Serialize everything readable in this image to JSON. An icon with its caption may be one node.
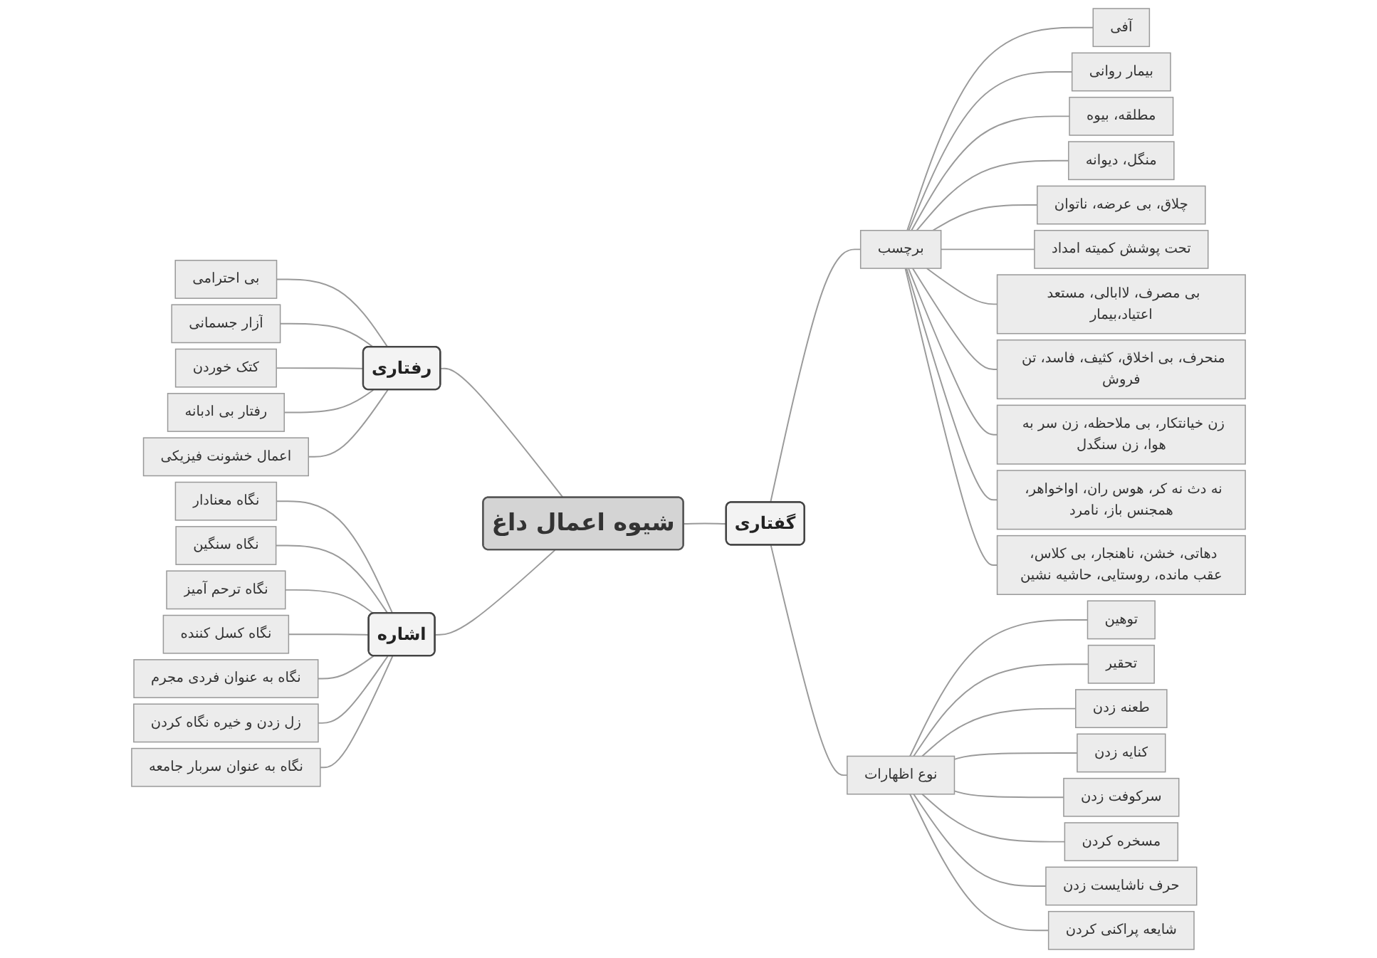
{
  "diagram": {
    "nodes": [
      {
        "text": [
          "شیوه اعمال داغ"
        ]
      },
      {
        "text": [
          "رفتاری"
        ]
      },
      {
        "text": [
          "بی احترامی"
        ]
      },
      {
        "text": [
          "آزار جسمانی"
        ]
      },
      {
        "text": [
          "کتک خوردن"
        ]
      },
      {
        "text": [
          "رفتار بی ادبانه"
        ]
      },
      {
        "text": [
          "اعمال خشونت فیزیکی"
        ]
      },
      {
        "text": [
          "اشاره"
        ]
      },
      {
        "text": [
          "نگاه معنادار"
        ]
      },
      {
        "text": [
          "نگاه سنگین"
        ]
      },
      {
        "text": [
          "نگاه ترحم آمیز"
        ]
      },
      {
        "text": [
          "نگاه کسل کننده"
        ]
      },
      {
        "text": [
          "نگاه به عنوان فردی مجرم"
        ]
      },
      {
        "text": [
          "زل زدن و خیره نگاه کردن"
        ]
      },
      {
        "text": [
          "نگاه به عنوان سربار جامعه"
        ]
      },
      {
        "text": [
          "گفتاری"
        ]
      },
      {
        "text": [
          "برچسب"
        ]
      },
      {
        "text": [
          "آفی"
        ]
      },
      {
        "text": [
          "بیمار روانی"
        ]
      },
      {
        "text": [
          "مطلقه، بیوه"
        ]
      },
      {
        "text": [
          "منگل، دیوانه"
        ]
      },
      {
        "text": [
          "چلاق، بی عرضه، ناتوان"
        ]
      },
      {
        "text": [
          "تحت پوشش کمیته امداد"
        ]
      },
      {
        "text": [
          "بی مصرف، لاابالی، مستعد اعتیاد،بیمار"
        ]
      },
      {
        "text": [
          "منحرف، بی اخلاق، کثیف، فاسد، تن فروش"
        ]
      },
      {
        "text": [
          "زن خیانتکار، بی ملاحظه، زن سر به هوا، زن سنگدل"
        ]
      },
      {
        "text": [
          "نه دث نه کر، هوس ران، اواخواهر، همجنس باز، نامرد"
        ]
      },
      {
        "text": [
          "دهاتی، خشن، ناهنجار، بی کلاس، عقب مانده، روستایی، حاشیه نشین"
        ]
      },
      {
        "text": [
          "نوع اظهارات"
        ]
      },
      {
        "text": [
          "توهین"
        ]
      },
      {
        "text": [
          "تحقیر"
        ]
      },
      {
        "text": [
          "طعنه زدن"
        ]
      },
      {
        "text": [
          "کنایه زدن"
        ]
      },
      {
        "text": [
          "سرکوفت زدن"
        ]
      },
      {
        "text": [
          "مسخره کردن"
        ]
      },
      {
        "text": [
          "حرف ناشایست زدن"
        ]
      },
      {
        "text": [
          "شایعه پراکنی کردن"
        ]
      }
    ],
    "edges": [
      {
        "from": 0,
        "to": 1,
        "arrow": "none"
      },
      {
        "from": 1,
        "to": 2,
        "arrow": "none"
      },
      {
        "from": 1,
        "to": 3,
        "arrow": "none"
      },
      {
        "from": 1,
        "to": 4,
        "arrow": "none"
      },
      {
        "from": 1,
        "to": 5,
        "arrow": "none"
      },
      {
        "from": 1,
        "to": 6,
        "arrow": "none"
      },
      {
        "from": 0,
        "to": 7,
        "arrow": "none"
      },
      {
        "from": 7,
        "to": 8,
        "arrow": "none"
      },
      {
        "from": 7,
        "to": 9,
        "arrow": "none"
      },
      {
        "from": 7,
        "to": 10,
        "arrow": "none"
      },
      {
        "from": 7,
        "to": 11,
        "arrow": "none"
      },
      {
        "from": 7,
        "to": 12,
        "arrow": "none"
      },
      {
        "from": 7,
        "to": 13,
        "arrow": "none"
      },
      {
        "from": 7,
        "to": 14,
        "arrow": "none"
      },
      {
        "from": 0,
        "to": 15,
        "arrow": "none"
      },
      {
        "from": 15,
        "to": 16,
        "arrow": "none"
      },
      {
        "from": 16,
        "to": 17,
        "arrow": "none"
      },
      {
        "from": 16,
        "to": 18,
        "arrow": "none"
      },
      {
        "from": 16,
        "to": 19,
        "arrow": "none"
      },
      {
        "from": 16,
        "to": 20,
        "arrow": "none"
      },
      {
        "from": 16,
        "to": 21,
        "arrow": "none"
      },
      {
        "from": 16,
        "to": 22,
        "arrow": "none"
      },
      {
        "from": 16,
        "to": 23,
        "arrow": "none"
      },
      {
        "from": 16,
        "to": 24,
        "arrow": "none"
      },
      {
        "from": 16,
        "to": 25,
        "arrow": "none"
      },
      {
        "from": 16,
        "to": 26,
        "arrow": "none"
      },
      {
        "from": 16,
        "to": 27,
        "arrow": "none"
      },
      {
        "from": 15,
        "to": 28,
        "arrow": "none"
      },
      {
        "from": 28,
        "to": 29,
        "arrow": "none"
      },
      {
        "from": 28,
        "to": 30,
        "arrow": "none"
      },
      {
        "from": 28,
        "to": 31,
        "arrow": "none"
      },
      {
        "from": 28,
        "to": 32,
        "arrow": "none"
      },
      {
        "from": 28,
        "to": 33,
        "arrow": "none"
      },
      {
        "from": 28,
        "to": 34,
        "arrow": "none"
      },
      {
        "from": 28,
        "to": 35,
        "arrow": "none"
      },
      {
        "from": 28,
        "to": 36,
        "arrow": "none"
      }
    ]
  }
}
